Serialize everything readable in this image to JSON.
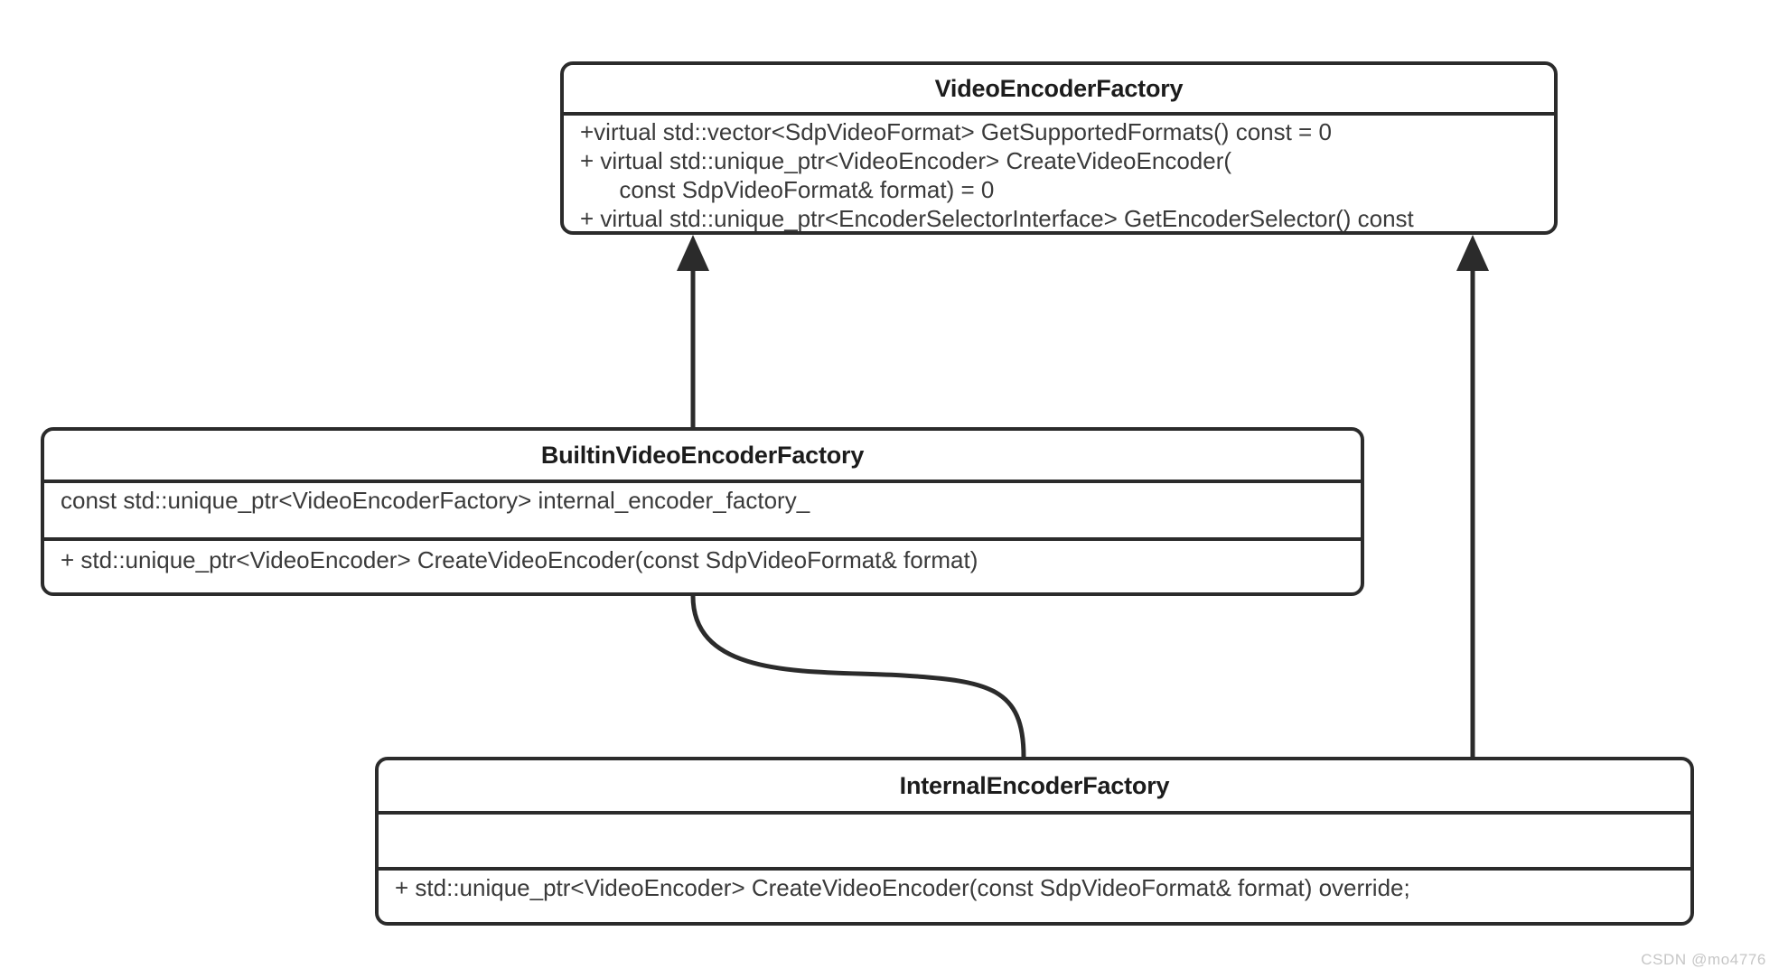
{
  "diagram": {
    "type": "uml-class-diagram",
    "background_color": "#ffffff",
    "stroke_color": "#2b2b2b",
    "text_color": "#3a3a3a"
  },
  "classes": [
    {
      "id": "video-encoder-factory",
      "name": "VideoEncoderFactory",
      "attributes": [],
      "operations": [
        "+virtual std::vector<SdpVideoFormat> GetSupportedFormats() const = 0",
        "+ virtual std::unique_ptr<VideoEncoder> CreateVideoEncoder(",
        "      const SdpVideoFormat& format) = 0",
        "+ virtual std::unique_ptr<EncoderSelectorInterface> GetEncoderSelector() const"
      ]
    },
    {
      "id": "builtin-video-encoder-factory",
      "name": "BuiltinVideoEncoderFactory",
      "attributes": [
        "const std::unique_ptr<VideoEncoderFactory> internal_encoder_factory_"
      ],
      "operations": [
        "+ std::unique_ptr<VideoEncoder> CreateVideoEncoder(const SdpVideoFormat& format)"
      ]
    },
    {
      "id": "internal-encoder-factory",
      "name": "InternalEncoderFactory",
      "attributes": [
        ""
      ],
      "operations": [
        "+ std::unique_ptr<VideoEncoder> CreateVideoEncoder(const SdpVideoFormat& format) override;"
      ]
    }
  ],
  "relationships": [
    {
      "id": "builtin-inherits-videoencoderfactory",
      "kind": "generalization",
      "from": "BuiltinVideoEncoderFactory",
      "to": "VideoEncoderFactory",
      "arrow": "solid-triangle-up"
    },
    {
      "id": "internal-inherits-videoencoderfactory",
      "kind": "generalization",
      "from": "InternalEncoderFactory",
      "to": "VideoEncoderFactory",
      "arrow": "solid-triangle-up"
    },
    {
      "id": "builtin-uses-internal",
      "kind": "association",
      "from": "BuiltinVideoEncoderFactory",
      "to": "InternalEncoderFactory",
      "arrow": "none"
    }
  ],
  "watermark": {
    "text": "CSDN @mo4776"
  }
}
